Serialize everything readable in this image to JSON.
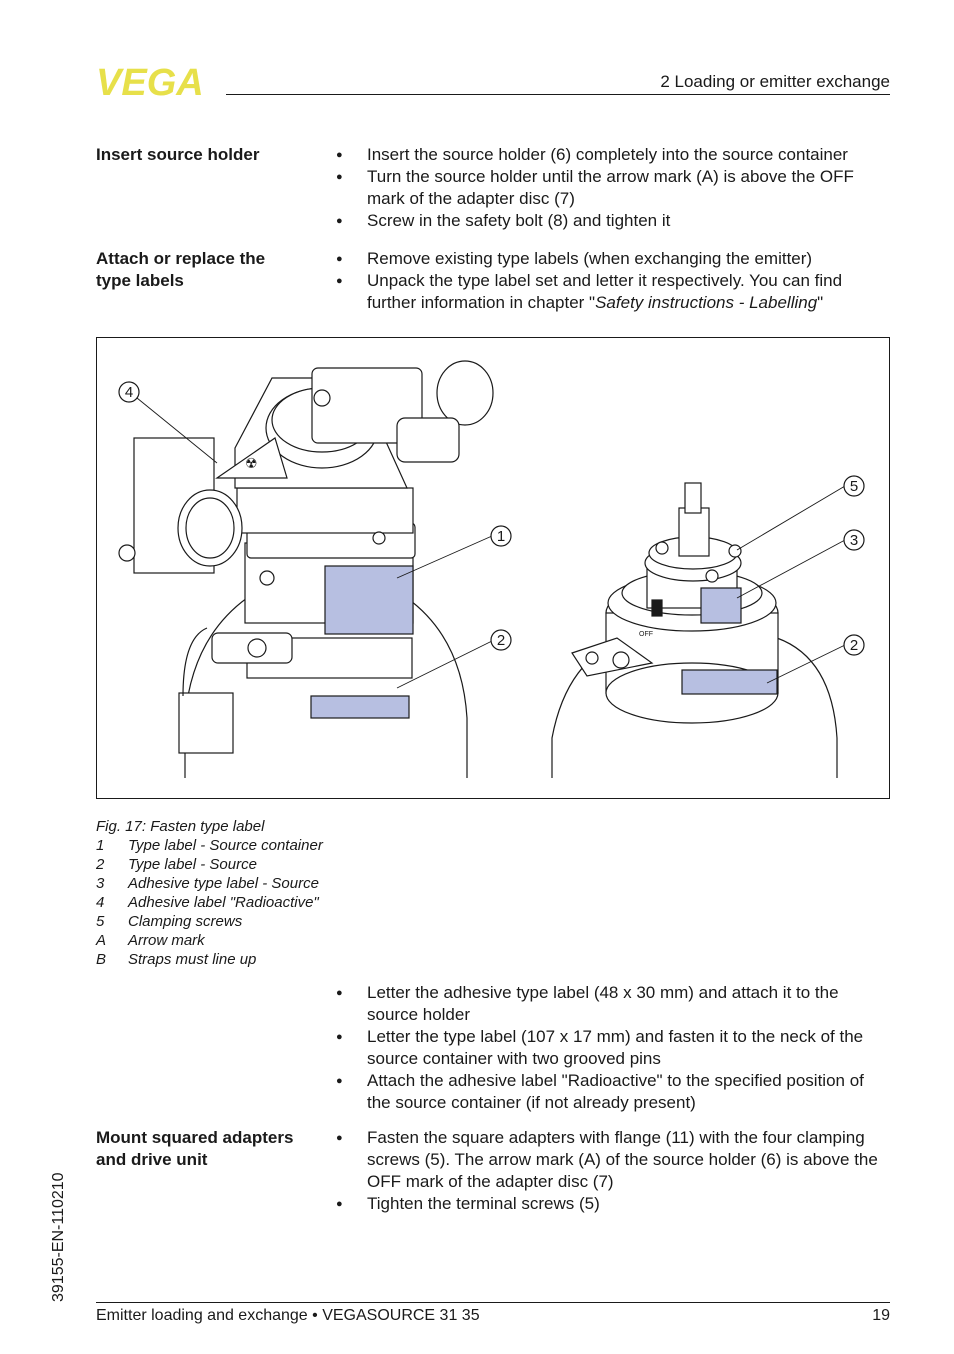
{
  "header": {
    "brand": "VEGA",
    "section_title": "2   Loading or emitter exchange",
    "brand_color": "#e7e04a"
  },
  "sections": {
    "insert": {
      "label": "Insert source holder",
      "bullets": [
        "Insert the source holder (6) completely into the source container",
        "Turn the source holder until the arrow mark (A) is above the OFF mark of the adapter disc (7)",
        "Screw in the safety bolt (8) and tighten it"
      ]
    },
    "labels": {
      "label": "Attach or replace the type labels",
      "bullets": [
        "Remove existing type labels (when exchanging the emitter)",
        "Unpack the type label set and letter it respectively. You can find further information in chapter \"",
        "Safety instructions - Labelling",
        "\""
      ]
    },
    "letter": {
      "bullets": [
        "Letter the adhesive type label (48 x 30 mm) and attach it to the source holder",
        "Letter the type label (107 x 17 mm) and fasten it to the neck of the source container with two grooved pins",
        "Attach the adhesive label \"Radioactive\" to the specified position of the source container (if not already present)"
      ]
    },
    "mount": {
      "label": "Mount squared adapters and drive unit",
      "bullets": [
        "Fasten the square adapters with flange (11) with the four clamping screws (5). The arrow mark (A) of the source holder (6) is above the OFF mark of the adapter disc (7)",
        "Tighten the terminal screws (5)"
      ]
    }
  },
  "figure": {
    "callouts": [
      "4",
      "1",
      "2",
      "5",
      "3",
      "2"
    ],
    "label_color": "#b7bfe1",
    "small_text": "OFF"
  },
  "caption": {
    "title": "Fig. 17: Fasten type label",
    "items": [
      {
        "key": "1",
        "text": "Type label - Source container"
      },
      {
        "key": "2",
        "text": "Type label - Source"
      },
      {
        "key": "3",
        "text": "Adhesive type label - Source"
      },
      {
        "key": "4",
        "text": "Adhesive label \"Radioactive\""
      },
      {
        "key": "5",
        "text": "Clamping screws"
      },
      {
        "key": "A",
        "text": "Arrow mark"
      },
      {
        "key": "B",
        "text": "Straps must line up"
      }
    ]
  },
  "footer": {
    "doc_code": "39155-EN-110210",
    "left": "Emitter loading and exchange • VEGASOURCE 31 35",
    "page": "19"
  }
}
